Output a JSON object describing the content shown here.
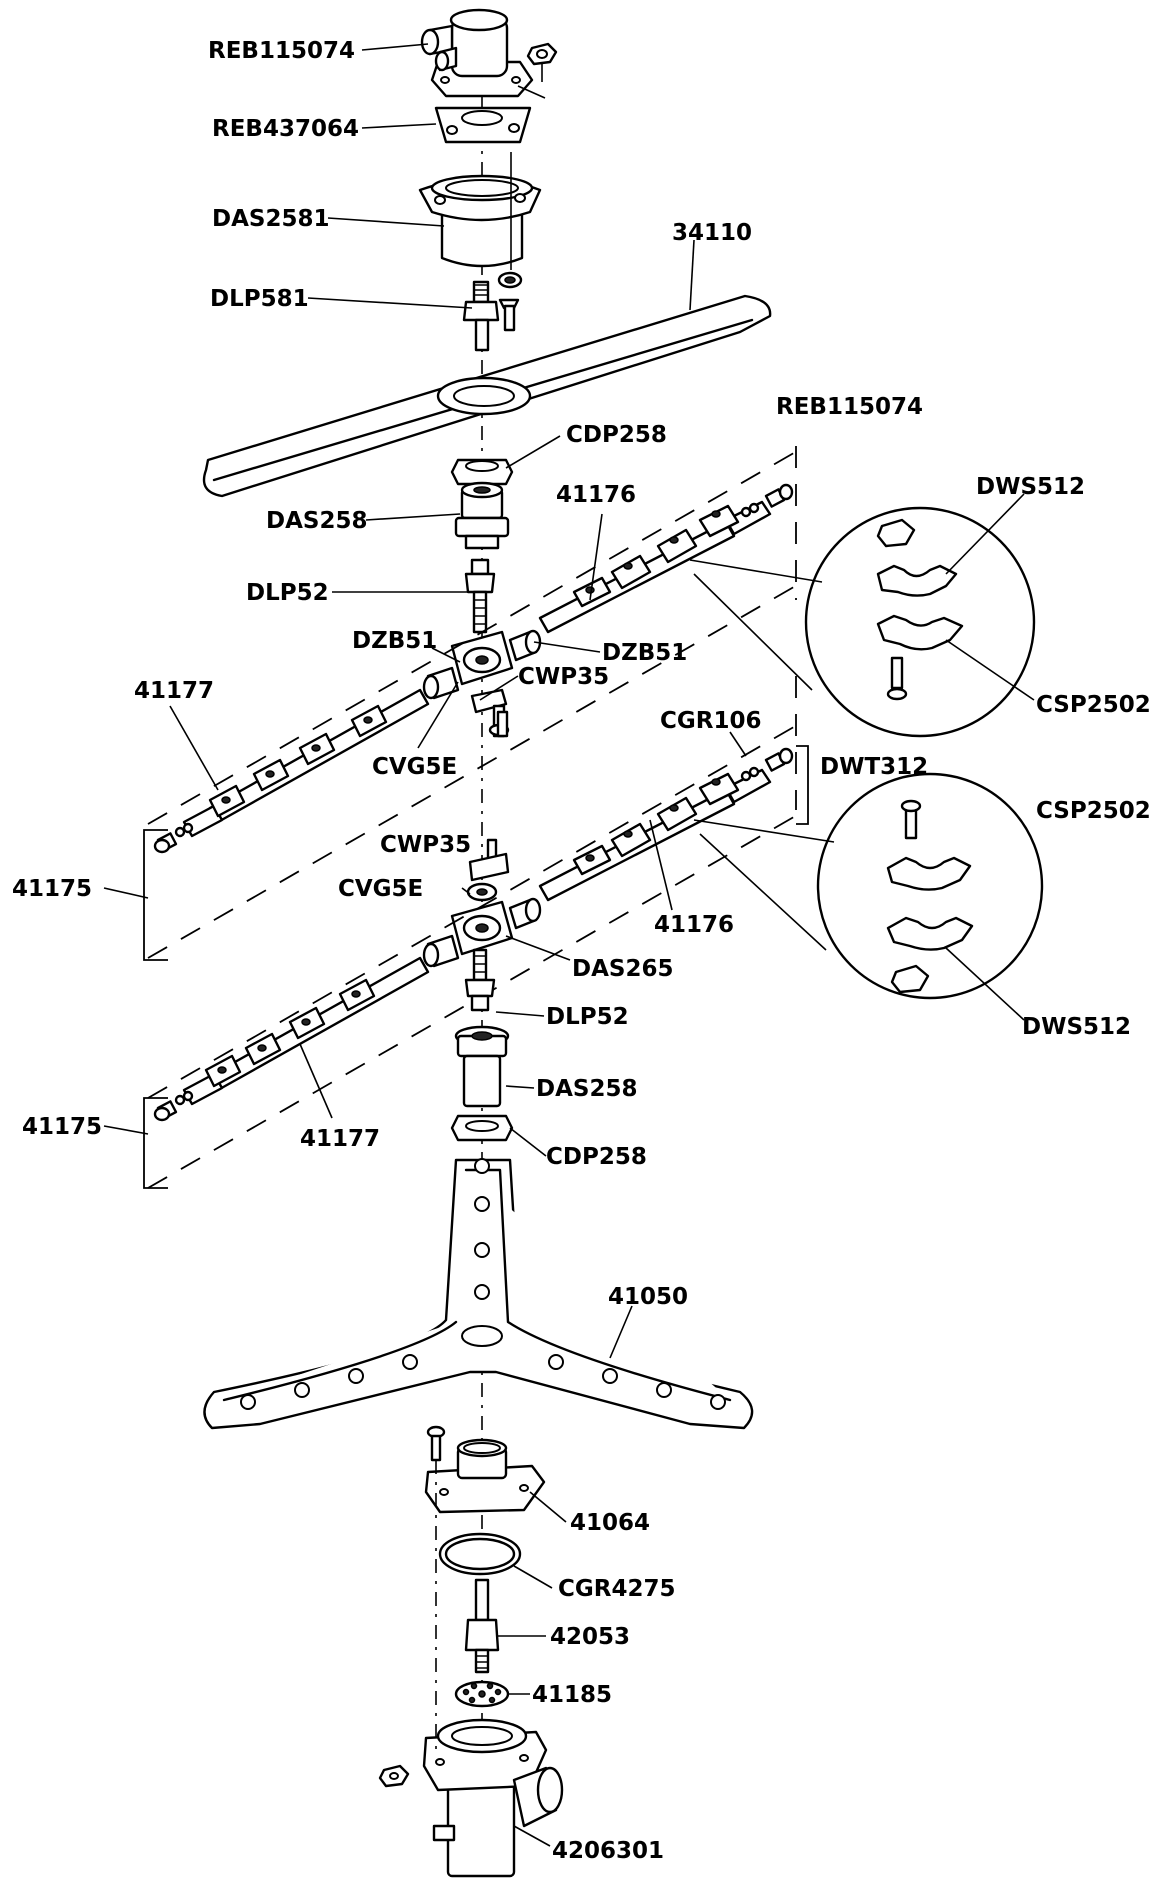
{
  "labels": {
    "reb115074_top": "REB115074",
    "reb437064": "REB437064",
    "das2581": "DAS2581",
    "dlp581": "DLP581",
    "p34110": "34110",
    "reb115074_mid": "REB115074",
    "cdp258_top": "CDP258",
    "das258_top": "DAS258",
    "p41176_top": "41176",
    "dws512_top": "DWS512",
    "dlp52_top": "DLP52",
    "dzb51_left": "DZB51",
    "dzb51_right": "DZB51",
    "cwp35_top": "CWP35",
    "p41177_top": "41177",
    "cvg5e_top": "CVG5E",
    "csp2502_top": "CSP2502",
    "cgr106": "CGR106",
    "dwt312": "DWT312",
    "csp2502_bottom": "CSP2502",
    "p41175_top": "41175",
    "cwp35_bottom": "CWP35",
    "cvg5e_bottom": "CVG5E",
    "p41176_bottom": "41176",
    "das265": "DAS265",
    "dws512_bottom": "DWS512",
    "dlp52_bottom": "DLP52",
    "das258_bottom": "DAS258",
    "p41175_bottom": "41175",
    "p41177_bottom": "41177",
    "cdp258_bottom": "CDP258",
    "p41050": "41050",
    "p41064": "41064",
    "cgr4275": "CGR4275",
    "p42053": "42053",
    "p41185": "41185",
    "p4206301": "4206301"
  }
}
